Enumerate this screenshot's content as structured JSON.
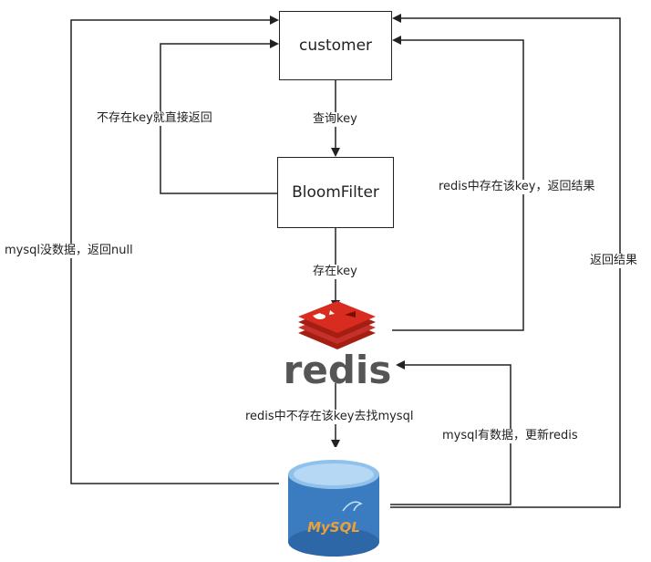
{
  "nodes": {
    "customer": "customer",
    "bloomfilter": "BloomFilter",
    "redis_logo_text": "redis",
    "mysql_logo_text": "MySQL"
  },
  "edges": {
    "query_key": "查询key",
    "not_exist_return": "不存在key就直接返回",
    "exists_key": "存在key",
    "redis_has_key": "redis中存在该key，返回结果",
    "redis_miss_mysql": "redis中不存在该key去找mysql",
    "mysql_update_redis": "mysql有数据，更新redis",
    "mysql_no_data": "mysql没数据，返回null",
    "return_result": "返回结果"
  },
  "colors": {
    "line": "#222222",
    "redis_red": "#c6302b",
    "redis_dark": "#a41e11",
    "redis_text": "#555555",
    "mysql_blue": "#3b7bbf",
    "mysql_light": "#8fc1ea"
  }
}
